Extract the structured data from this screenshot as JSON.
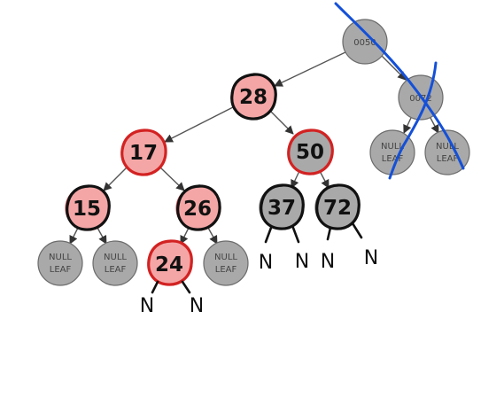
{
  "tree": {
    "root_label": "0050",
    "crossed_label": "0072",
    "null_line1": "NULL",
    "null_line2": "LEAF",
    "nodes": {
      "n28": "28",
      "n17": "17",
      "n50": "50",
      "n15": "15",
      "n26": "26",
      "n37": "37",
      "n72": "72",
      "n24": "24"
    },
    "null_marker": "N"
  },
  "colors": {
    "red_node": "#f4a6a6",
    "black_node": "#a9a9a9",
    "annotation_red": "#d32222",
    "annotation_blue": "#1450d8"
  }
}
